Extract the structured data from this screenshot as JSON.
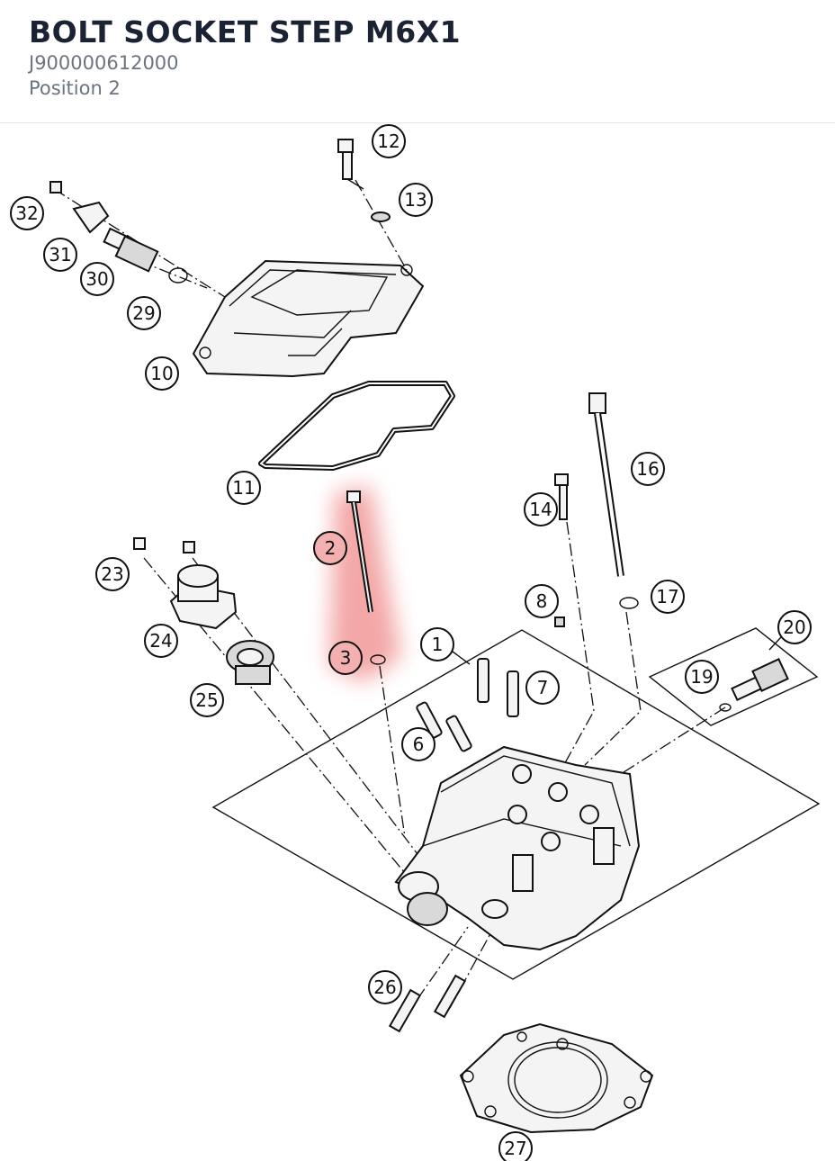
{
  "header": {
    "title": "BOLT SOCKET STEP M6X1",
    "part_number": "J900000612000",
    "position": "Position 2"
  },
  "highlight": {
    "color": "#f08a8a",
    "callouts": [
      "2",
      "3"
    ]
  },
  "callouts": [
    "1",
    "2",
    "3",
    "6",
    "7",
    "8",
    "10",
    "11",
    "12",
    "13",
    "14",
    "16",
    "17",
    "19",
    "20",
    "23",
    "24",
    "25",
    "26",
    "27",
    "29",
    "30",
    "31",
    "32"
  ]
}
